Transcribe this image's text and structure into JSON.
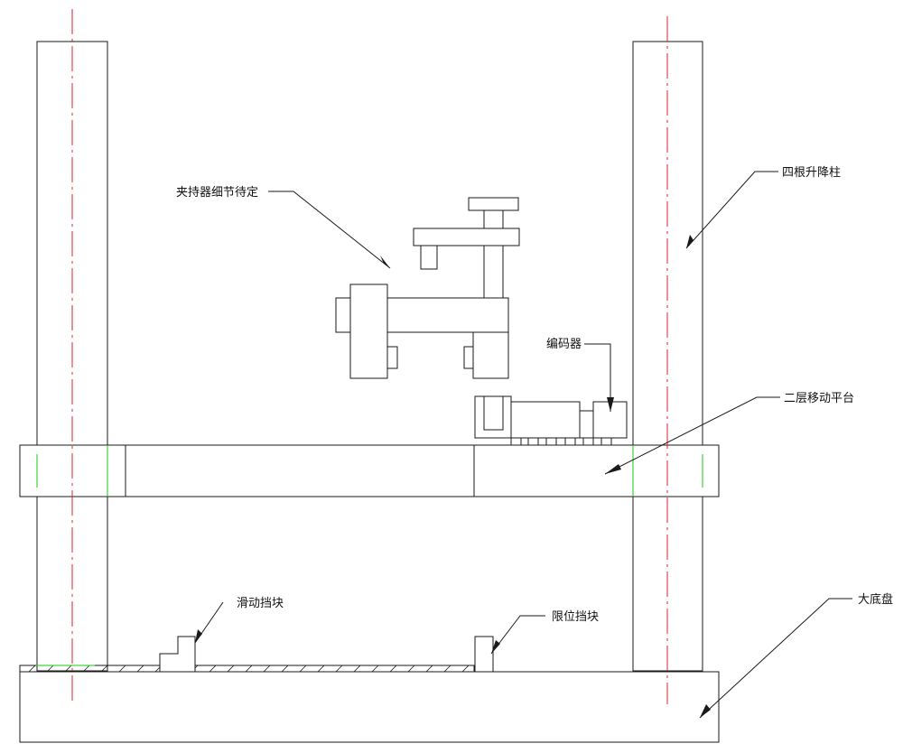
{
  "labels": {
    "gripper": "夹持器细节待定",
    "lift_columns": "四根升降柱",
    "encoder": "编码器",
    "moving_platform": "二层移动平台",
    "sliding_block": "滑动挡块",
    "limit_block": "限位挡块",
    "base_plate": "大底盘"
  },
  "colors": {
    "line": "#1a1a1a",
    "centerline": "#e0202a",
    "hidden": "#14c814",
    "background": "#ffffff"
  }
}
